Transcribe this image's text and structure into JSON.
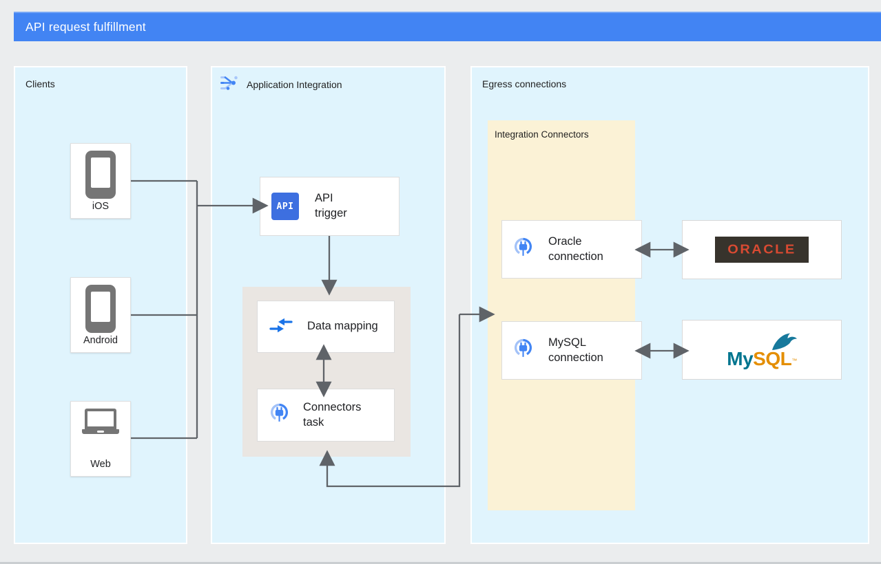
{
  "header": {
    "title": "API request fulfillment"
  },
  "clients_panel": {
    "title": "Clients",
    "ios_label": "iOS",
    "android_label": "Android",
    "web_label": "Web"
  },
  "integration_panel": {
    "title": "Application Integration",
    "api_trigger": {
      "icon_text": "API",
      "line1": "API",
      "line2": "trigger"
    },
    "data_mapping": {
      "label": "Data mapping"
    },
    "connectors_task": {
      "line1": "Connectors",
      "line2": "task"
    }
  },
  "egress_panel": {
    "title": "Egress connections",
    "connectors_group": {
      "title": "Integration Connectors",
      "oracle": {
        "line1": "Oracle",
        "line2": "connection"
      },
      "mysql": {
        "line1": "MySQL",
        "line2": "connection"
      }
    },
    "oracle_logo": {
      "text": "ORACLE"
    },
    "mysql_logo": {
      "my": "My",
      "sql": "SQL",
      "tm": "™"
    }
  },
  "colors": {
    "page_bg": "#EBEDEE",
    "header_blue": "#4284F3",
    "panel_blue": "#E0F4FD",
    "group_yellow": "#FBF2D6",
    "subprocess_gray": "#EAE6E2",
    "connector_line": "#5F6368",
    "google_blue": "#4285F4",
    "light_blue": "#A8C7FA",
    "api_icon_blue": "#3D6FE0",
    "oracle_red": "#D94A32",
    "oracle_dark": "#37332C",
    "mysql_teal": "#00758F",
    "mysql_orange": "#E48E00",
    "device_gray": "#757575"
  }
}
